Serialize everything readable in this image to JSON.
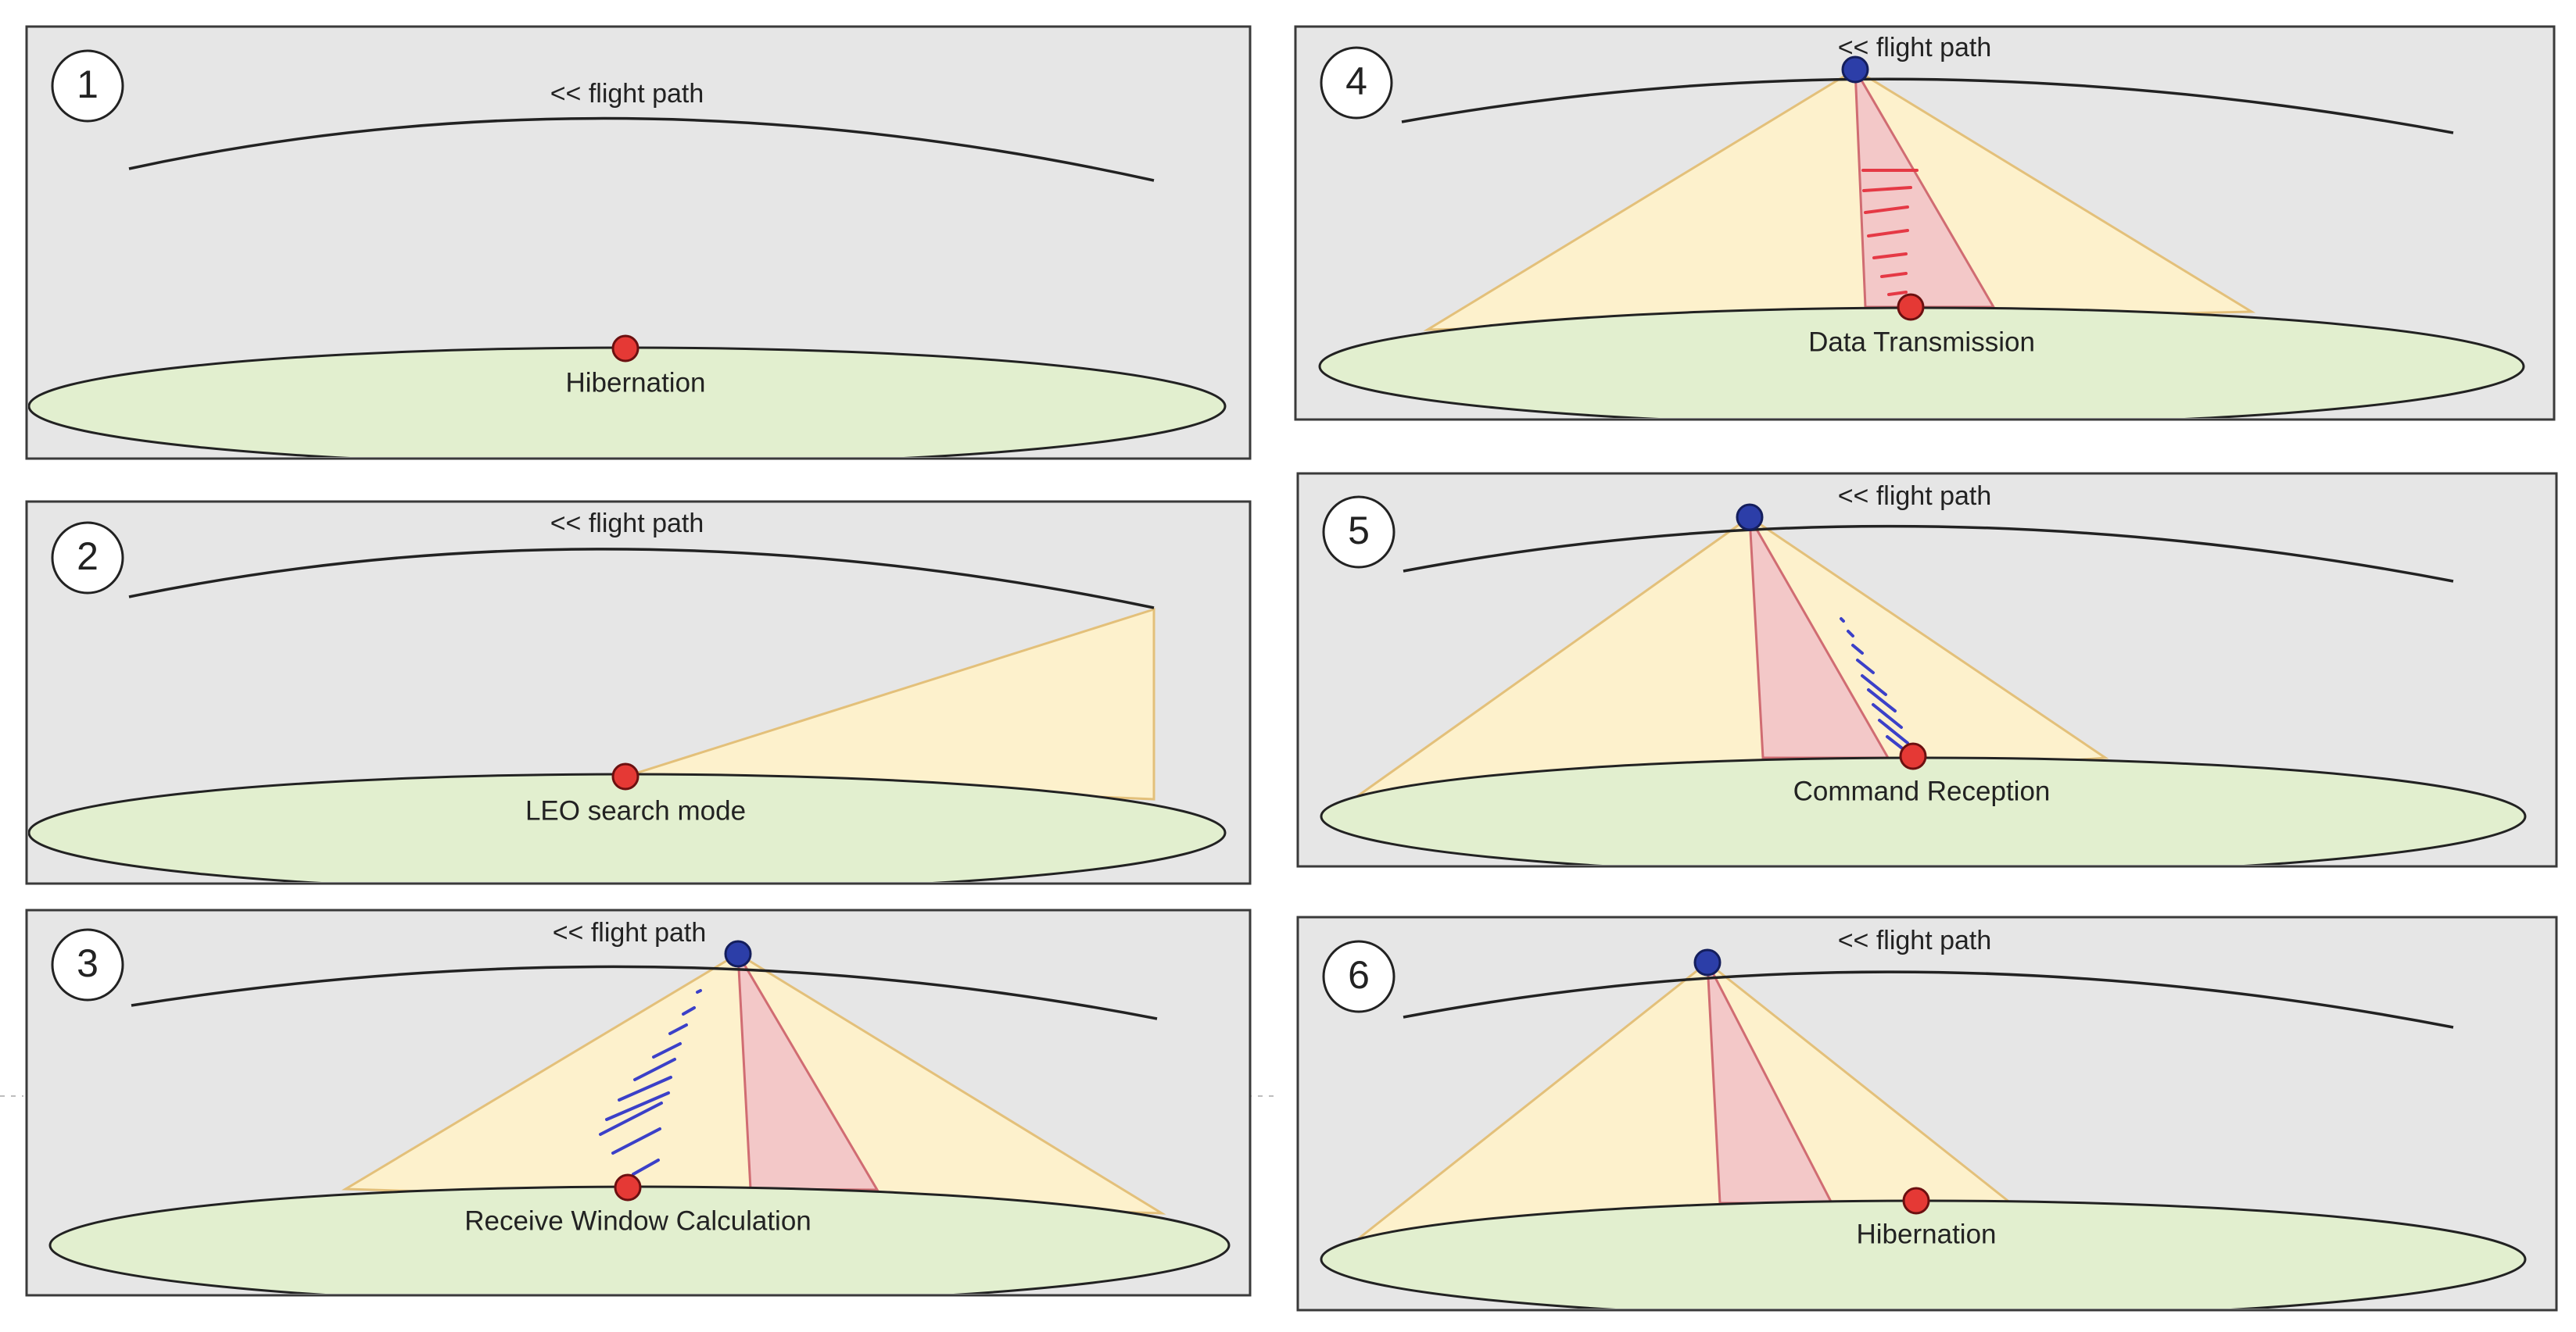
{
  "colors": {
    "panel_bg": "#e6e6e6",
    "panel_border": "#3a3a3a",
    "ground_fill": "#e2efcf",
    "ground_stroke": "#222222",
    "beam_fill": "#fdf1cc",
    "beam_stroke": "#e3c07a",
    "inner_fill": "#f3c8c8",
    "inner_stroke": "#d06c72",
    "ground_station": "#e53935",
    "satellite": "#2c3ea8",
    "uplink_hatch": "#3b40c8",
    "downlink_hatch": "#e53945",
    "text": "#222222"
  },
  "icons": {
    "ground_station": "red-dot-icon",
    "satellite": "blue-dot-icon"
  },
  "panels": [
    {
      "number": "1",
      "flight_path_label": "<< flight path",
      "caption": "Hibernation",
      "has_satellite": false,
      "beam": "none",
      "hatch": "none"
    },
    {
      "number": "2",
      "flight_path_label": "<< flight path",
      "caption": "LEO search mode",
      "has_satellite": false,
      "beam": "search",
      "hatch": "none"
    },
    {
      "number": "3",
      "flight_path_label": "<< flight path",
      "caption": "Receive Window Calculation",
      "has_satellite": true,
      "beam": "full",
      "hatch": "uplink"
    },
    {
      "number": "4",
      "flight_path_label": "<< flight path",
      "caption": "Data Transmission",
      "has_satellite": true,
      "beam": "full",
      "hatch": "downlink"
    },
    {
      "number": "5",
      "flight_path_label": "<< flight path",
      "caption": "Command Reception",
      "has_satellite": true,
      "beam": "full",
      "hatch": "uplink"
    },
    {
      "number": "6",
      "flight_path_label": "<< flight path",
      "caption": "Hibernation",
      "has_satellite": true,
      "beam": "full",
      "hatch": "none"
    }
  ]
}
